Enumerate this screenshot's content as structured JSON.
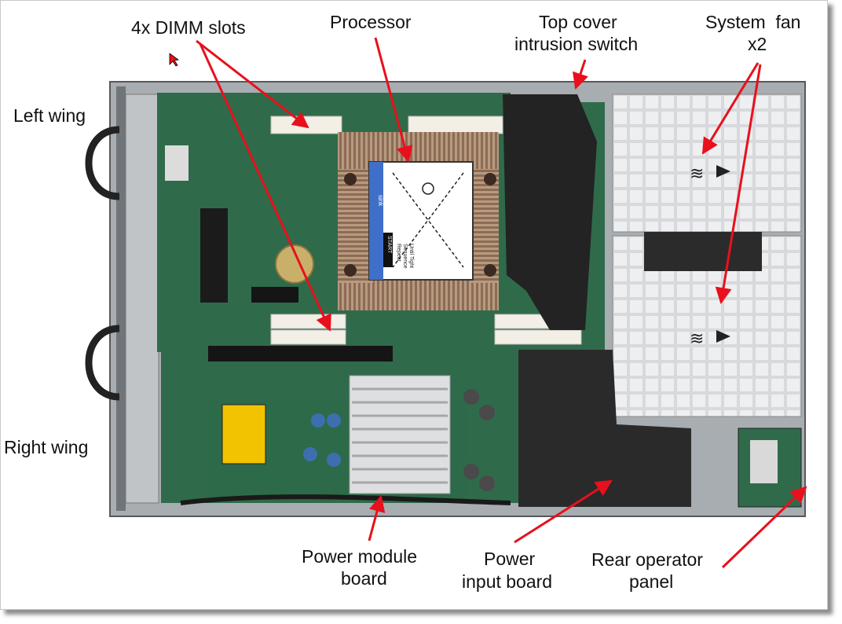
{
  "labels": {
    "dimm_slots": "4x DIMM slots",
    "processor": "Processor",
    "top_cover_line1": "Top cover",
    "top_cover_line2": "intrusion switch",
    "system_fan_line1": "System  fan",
    "system_fan_line2": "x2",
    "left_wing": "Left wing",
    "right_wing": "Right wing",
    "power_module_line1": "Power module",
    "power_module_line2": "board",
    "power_input_line1": "Power",
    "power_input_line2": "input board",
    "rear_panel_line1": "Rear operator",
    "rear_panel_line2": "panel"
  },
  "heatsink_text": {
    "brand": "sink",
    "start": "START",
    "repeat_1": "Repeat",
    "repeat_2": "Sequence",
    "repeat_3": "Until Tight"
  },
  "colors": {
    "arrow": "#e8101c",
    "board": "#2f6b4a",
    "chassis": "#9ea3a8",
    "fan_cage": "#c9ccd0"
  }
}
